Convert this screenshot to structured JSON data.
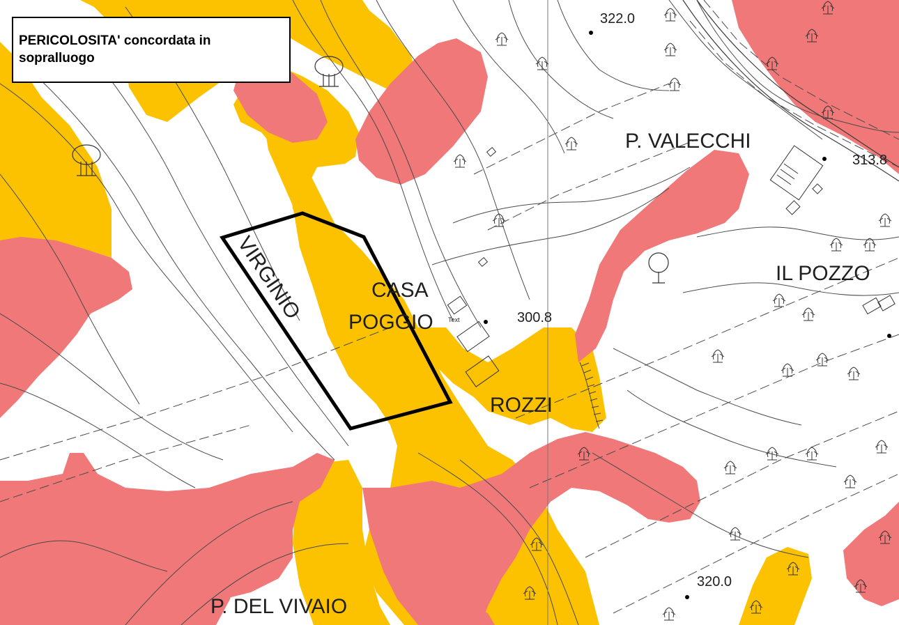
{
  "legend": {
    "title": "PERICOLOSITA' concordata in sopralluogo"
  },
  "colors": {
    "zone_orange": "#fcc200",
    "zone_red": "#f07878",
    "boundary": "#000000",
    "contour": "#4a4a4a",
    "background": "#ffffff"
  },
  "labels": {
    "virginio": "VIRGINIO",
    "casa": "CASA",
    "poggio": "POGGIO",
    "text_small": "Text",
    "rozzi": "ROZZI",
    "p_valecchi": "P. VALECCHI",
    "il_pozzo": "IL POZZO",
    "p_del_vivaio": "P. DEL VIVAIO"
  },
  "elevations": {
    "e322": "322.0",
    "e313": "313.8",
    "e300": "300.8",
    "e320": "320.0"
  },
  "icons": [
    "tree-icon",
    "building-icon",
    "elevation-point-icon"
  ]
}
